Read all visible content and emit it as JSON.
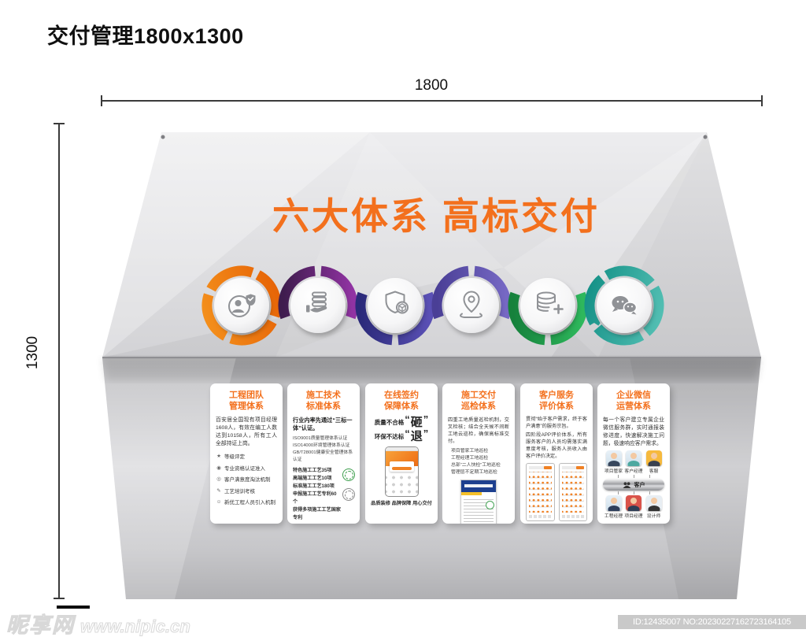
{
  "page": {
    "doc_title": "交付管理1800x1300",
    "dim_width": "1800",
    "dim_height": "1300"
  },
  "banner": {
    "title": "六大体系 高标交付",
    "accent_color": "#f3701d"
  },
  "systems": [
    {
      "icon": "user-shield",
      "ring_color": "#ee7612"
    },
    {
      "icon": "hand-coins",
      "ring_color": "#7a2a8c"
    },
    {
      "icon": "shield-box",
      "ring_color": "#39339b"
    },
    {
      "icon": "location-pin",
      "ring_color": "#5e51ad"
    },
    {
      "icon": "database-plus",
      "ring_color": "#23a24c"
    },
    {
      "icon": "chat-bubbles",
      "ring_color": "#2aa79c"
    }
  ],
  "cards": [
    {
      "title_line1": "工程团队",
      "title_line2": "管理体系",
      "body": "百安居全国现有项目经理1608人，有效在编工人数达到10158人，所有工人全部持证上岗。",
      "item_icons": [
        "★",
        "◉",
        "◎",
        "✎",
        "☺"
      ],
      "items": [
        "等级评定",
        "专业资格认证准入",
        "客户满意度淘汰机制",
        "工艺培训考核",
        "新优工程人员引入机制"
      ]
    },
    {
      "title_line1": "施工技术",
      "title_line2": "标准体系",
      "lead": "行业内率先通过“三标一体”认证。",
      "certs": [
        "ISO9001质量管理体系认证",
        "ISO14000环境管理体系认证",
        "GB/T28001健康安全管理体系认证"
      ],
      "stats": [
        "特色施工工艺35项",
        "高端施工工艺10项",
        "标准施工工艺180项",
        "申报施工工艺专利60个",
        "获得多项施工工艺国家专利"
      ]
    },
    {
      "title_line1": "在线签约",
      "title_line2": "保障体系",
      "slogan1_text": "质量不合格",
      "slogan1_word": "砸",
      "slogan2_text": "环保不达标",
      "slogan2_word": "退",
      "quote_open": "“",
      "quote_close": "”",
      "footer": "品质装修 品牌保障 用心交付"
    },
    {
      "title_line1": "施工交付",
      "title_line2": "巡检体系",
      "body": "四重工地质量巡检机制，交叉检核；结合全天候不间断工地云巡检，确保高标准交付。",
      "items": [
        "项目管家工地巡检",
        "工程经理工地巡检",
        "总部“二人快检”工地巡检",
        "管理层不定期工地巡检"
      ]
    },
    {
      "title_line1": "客户服务",
      "title_line2": "评价体系",
      "body1": "贯彻“始于客户需求，终于客户满意”的服务宗旨。",
      "body2": "四阶段APP评价体系，所有服务客户的人员均需落实满意度考核，服务人员收入由客户评价决定。"
    },
    {
      "title_line1": "企业微信",
      "title_line2": "运营体系",
      "body": "每一个客户建立专属企业微信服务群，实时通报装修进度，快速解决施工问题，极速响应客户需求。",
      "roles_top": [
        "项目管家",
        "客户经理",
        "客服"
      ],
      "hub_label": "客户",
      "roles_bottom": [
        "工程经理",
        "项目经理",
        "设计师"
      ]
    }
  ],
  "watermark": {
    "site_name": "昵享网",
    "site_url": "www.nipic.cn",
    "stock_id": "ID:12435007 NO:20230227162723164105"
  }
}
